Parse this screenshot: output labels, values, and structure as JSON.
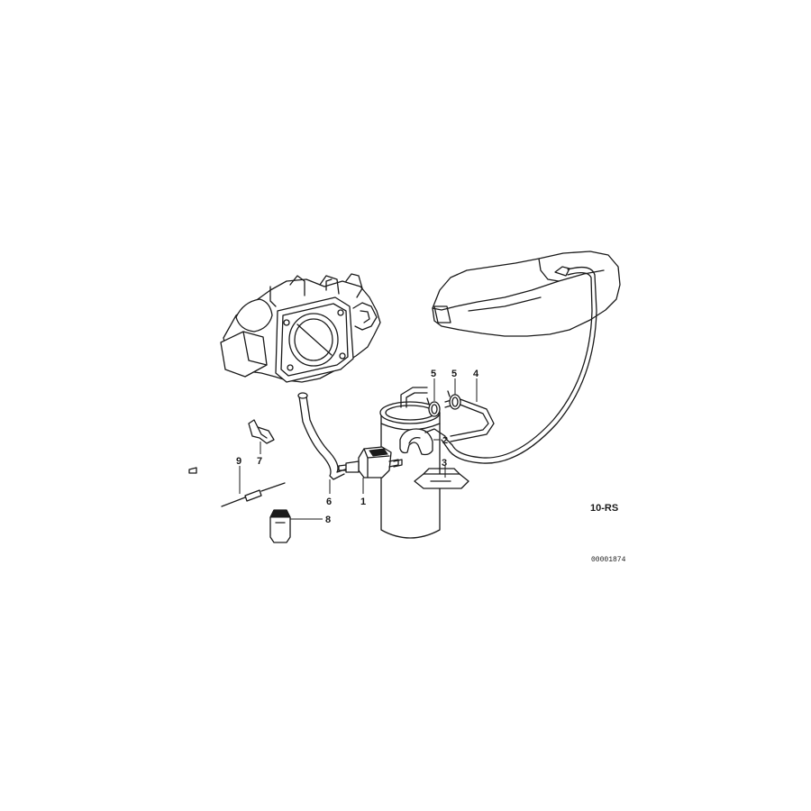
{
  "diagram": {
    "callouts": {
      "c1": "1",
      "c2": "2",
      "c3": "3",
      "c4": "4",
      "c5a": "5",
      "c5b": "5",
      "c6": "6",
      "c7": "7",
      "c8": "8",
      "c9": "9"
    },
    "page_code": "10-RS",
    "document_number": "00001874"
  }
}
